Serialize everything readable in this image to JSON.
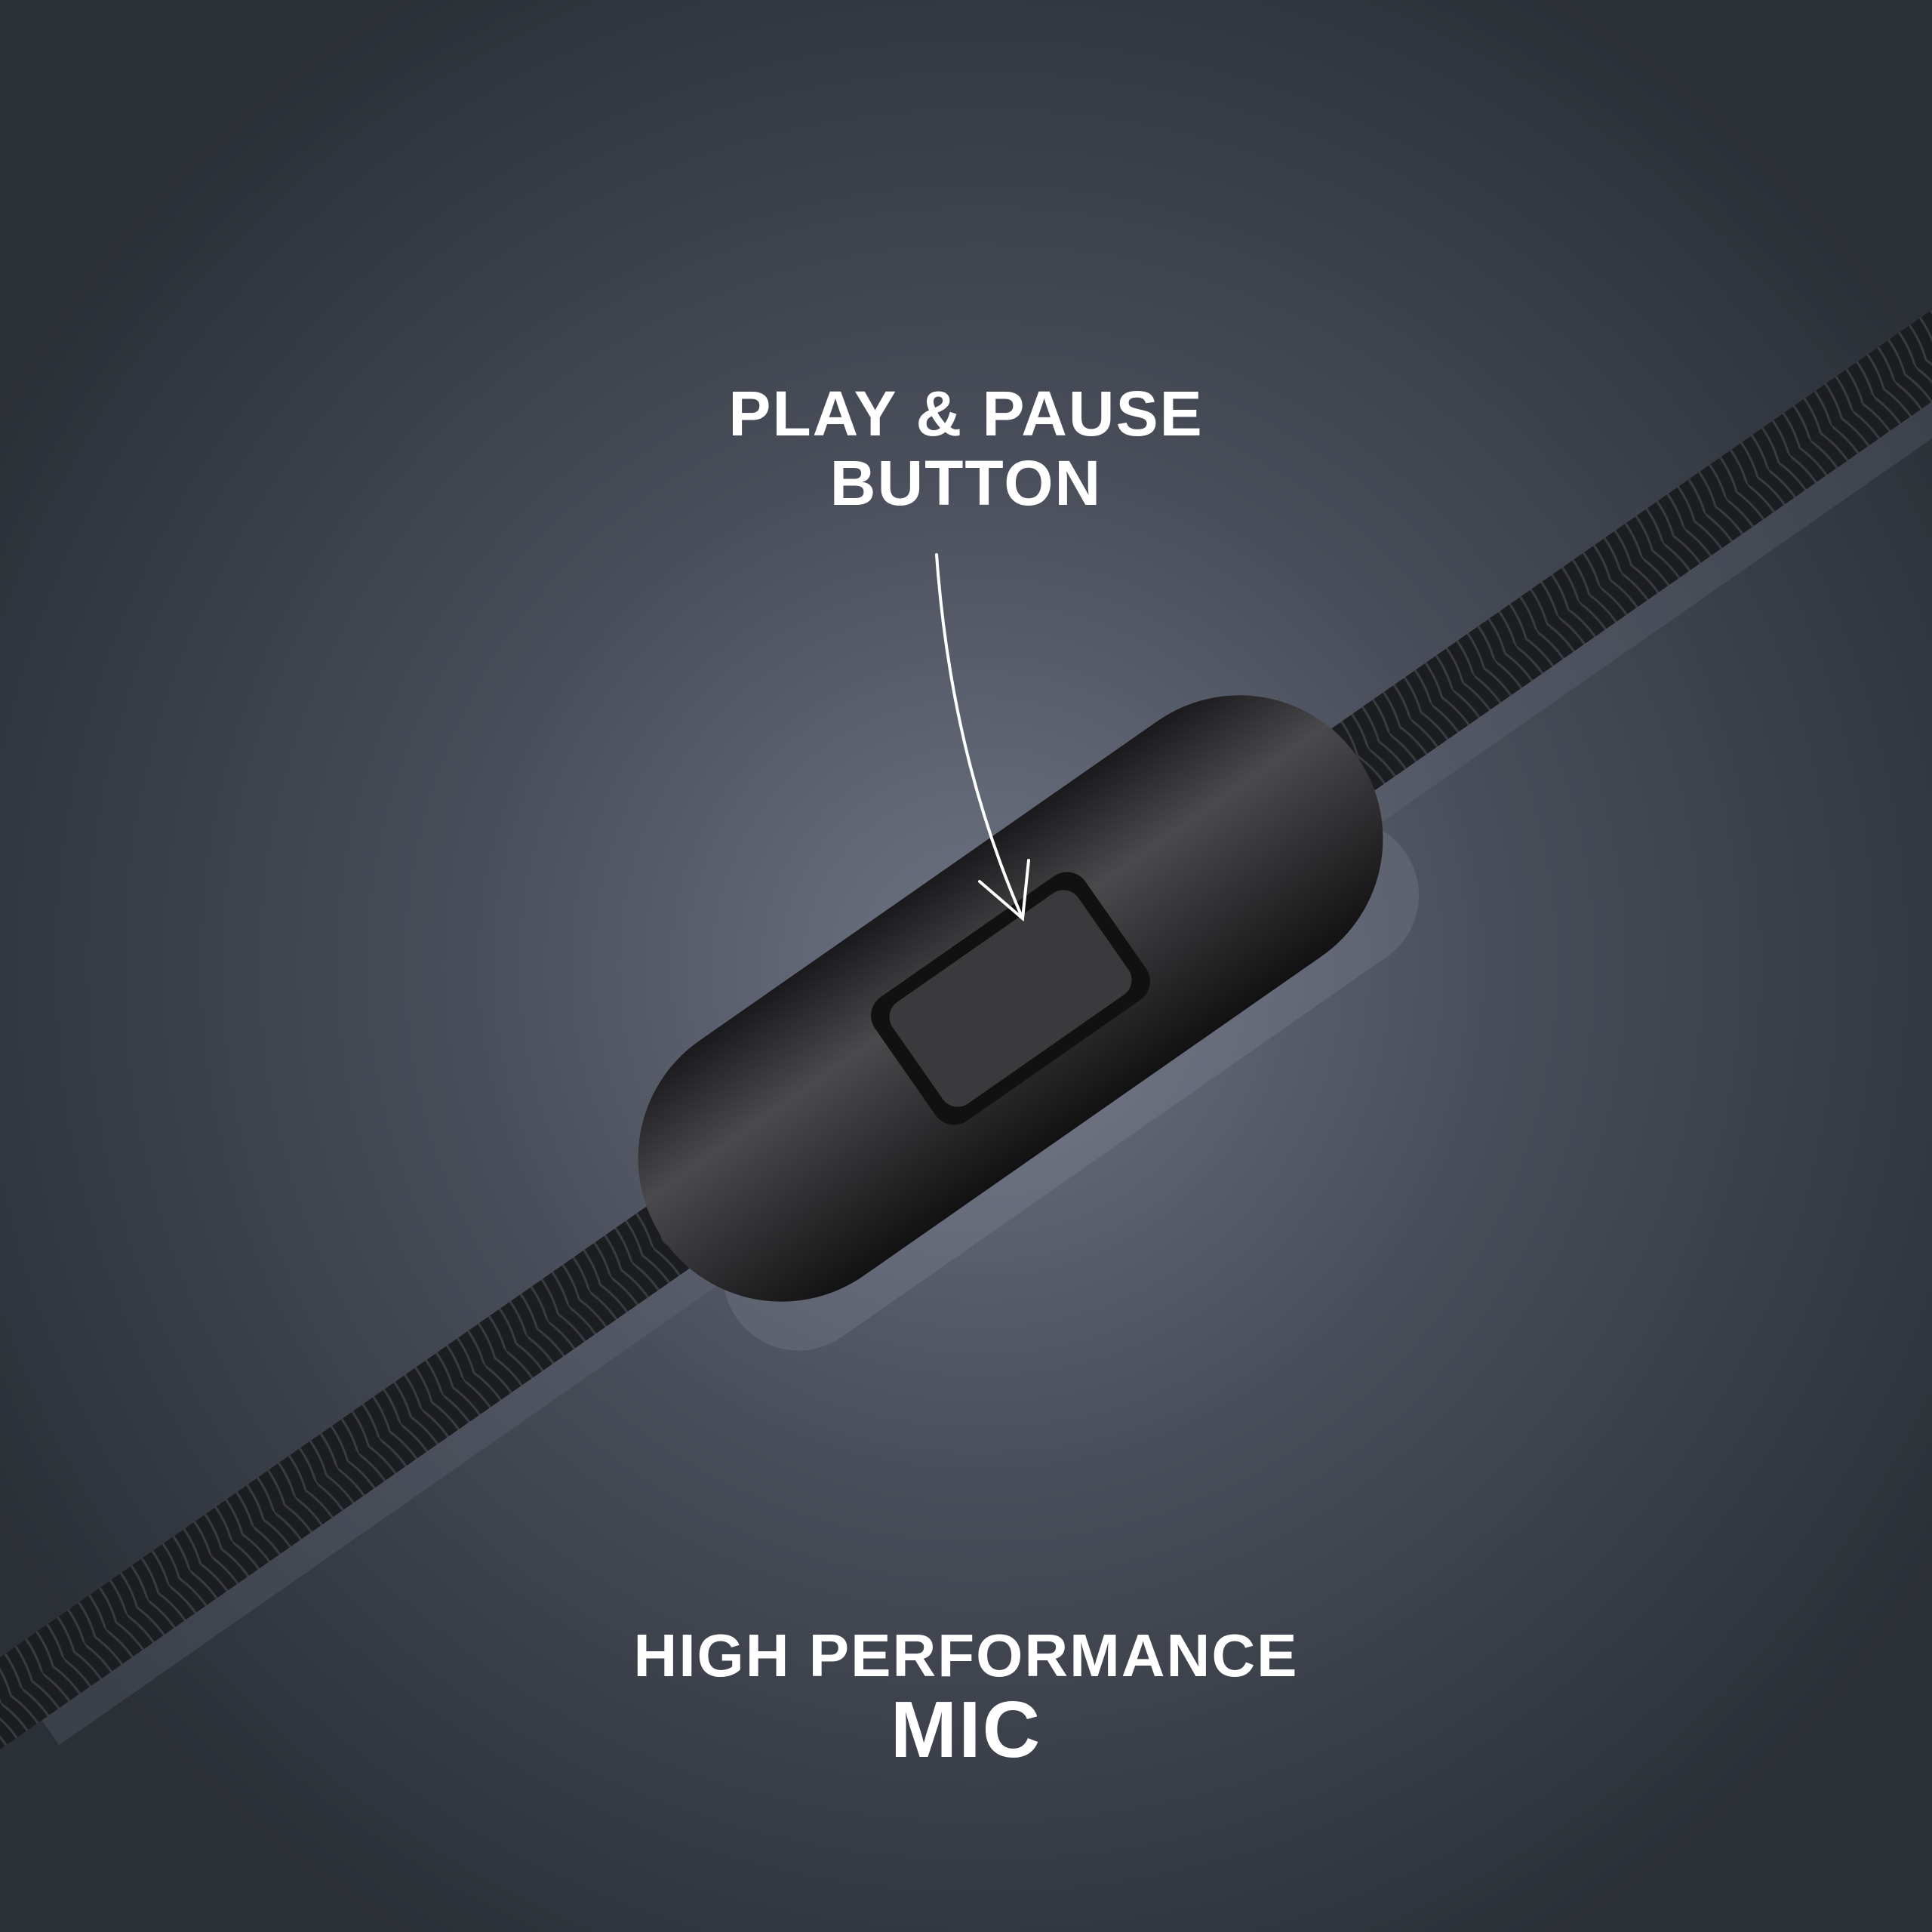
{
  "callouts": {
    "button_line1": "PLAY & PAUSE",
    "button_line2": "BUTTON",
    "mic_line1": "HIGH PERFORMANCE",
    "mic_line2": "MIC"
  },
  "colors": {
    "background_center": "#6e7383",
    "background_edge": "#2b2f36",
    "cable": "#1e1f22",
    "remote_body": "#2a2a2c",
    "text": "#ffffff"
  }
}
